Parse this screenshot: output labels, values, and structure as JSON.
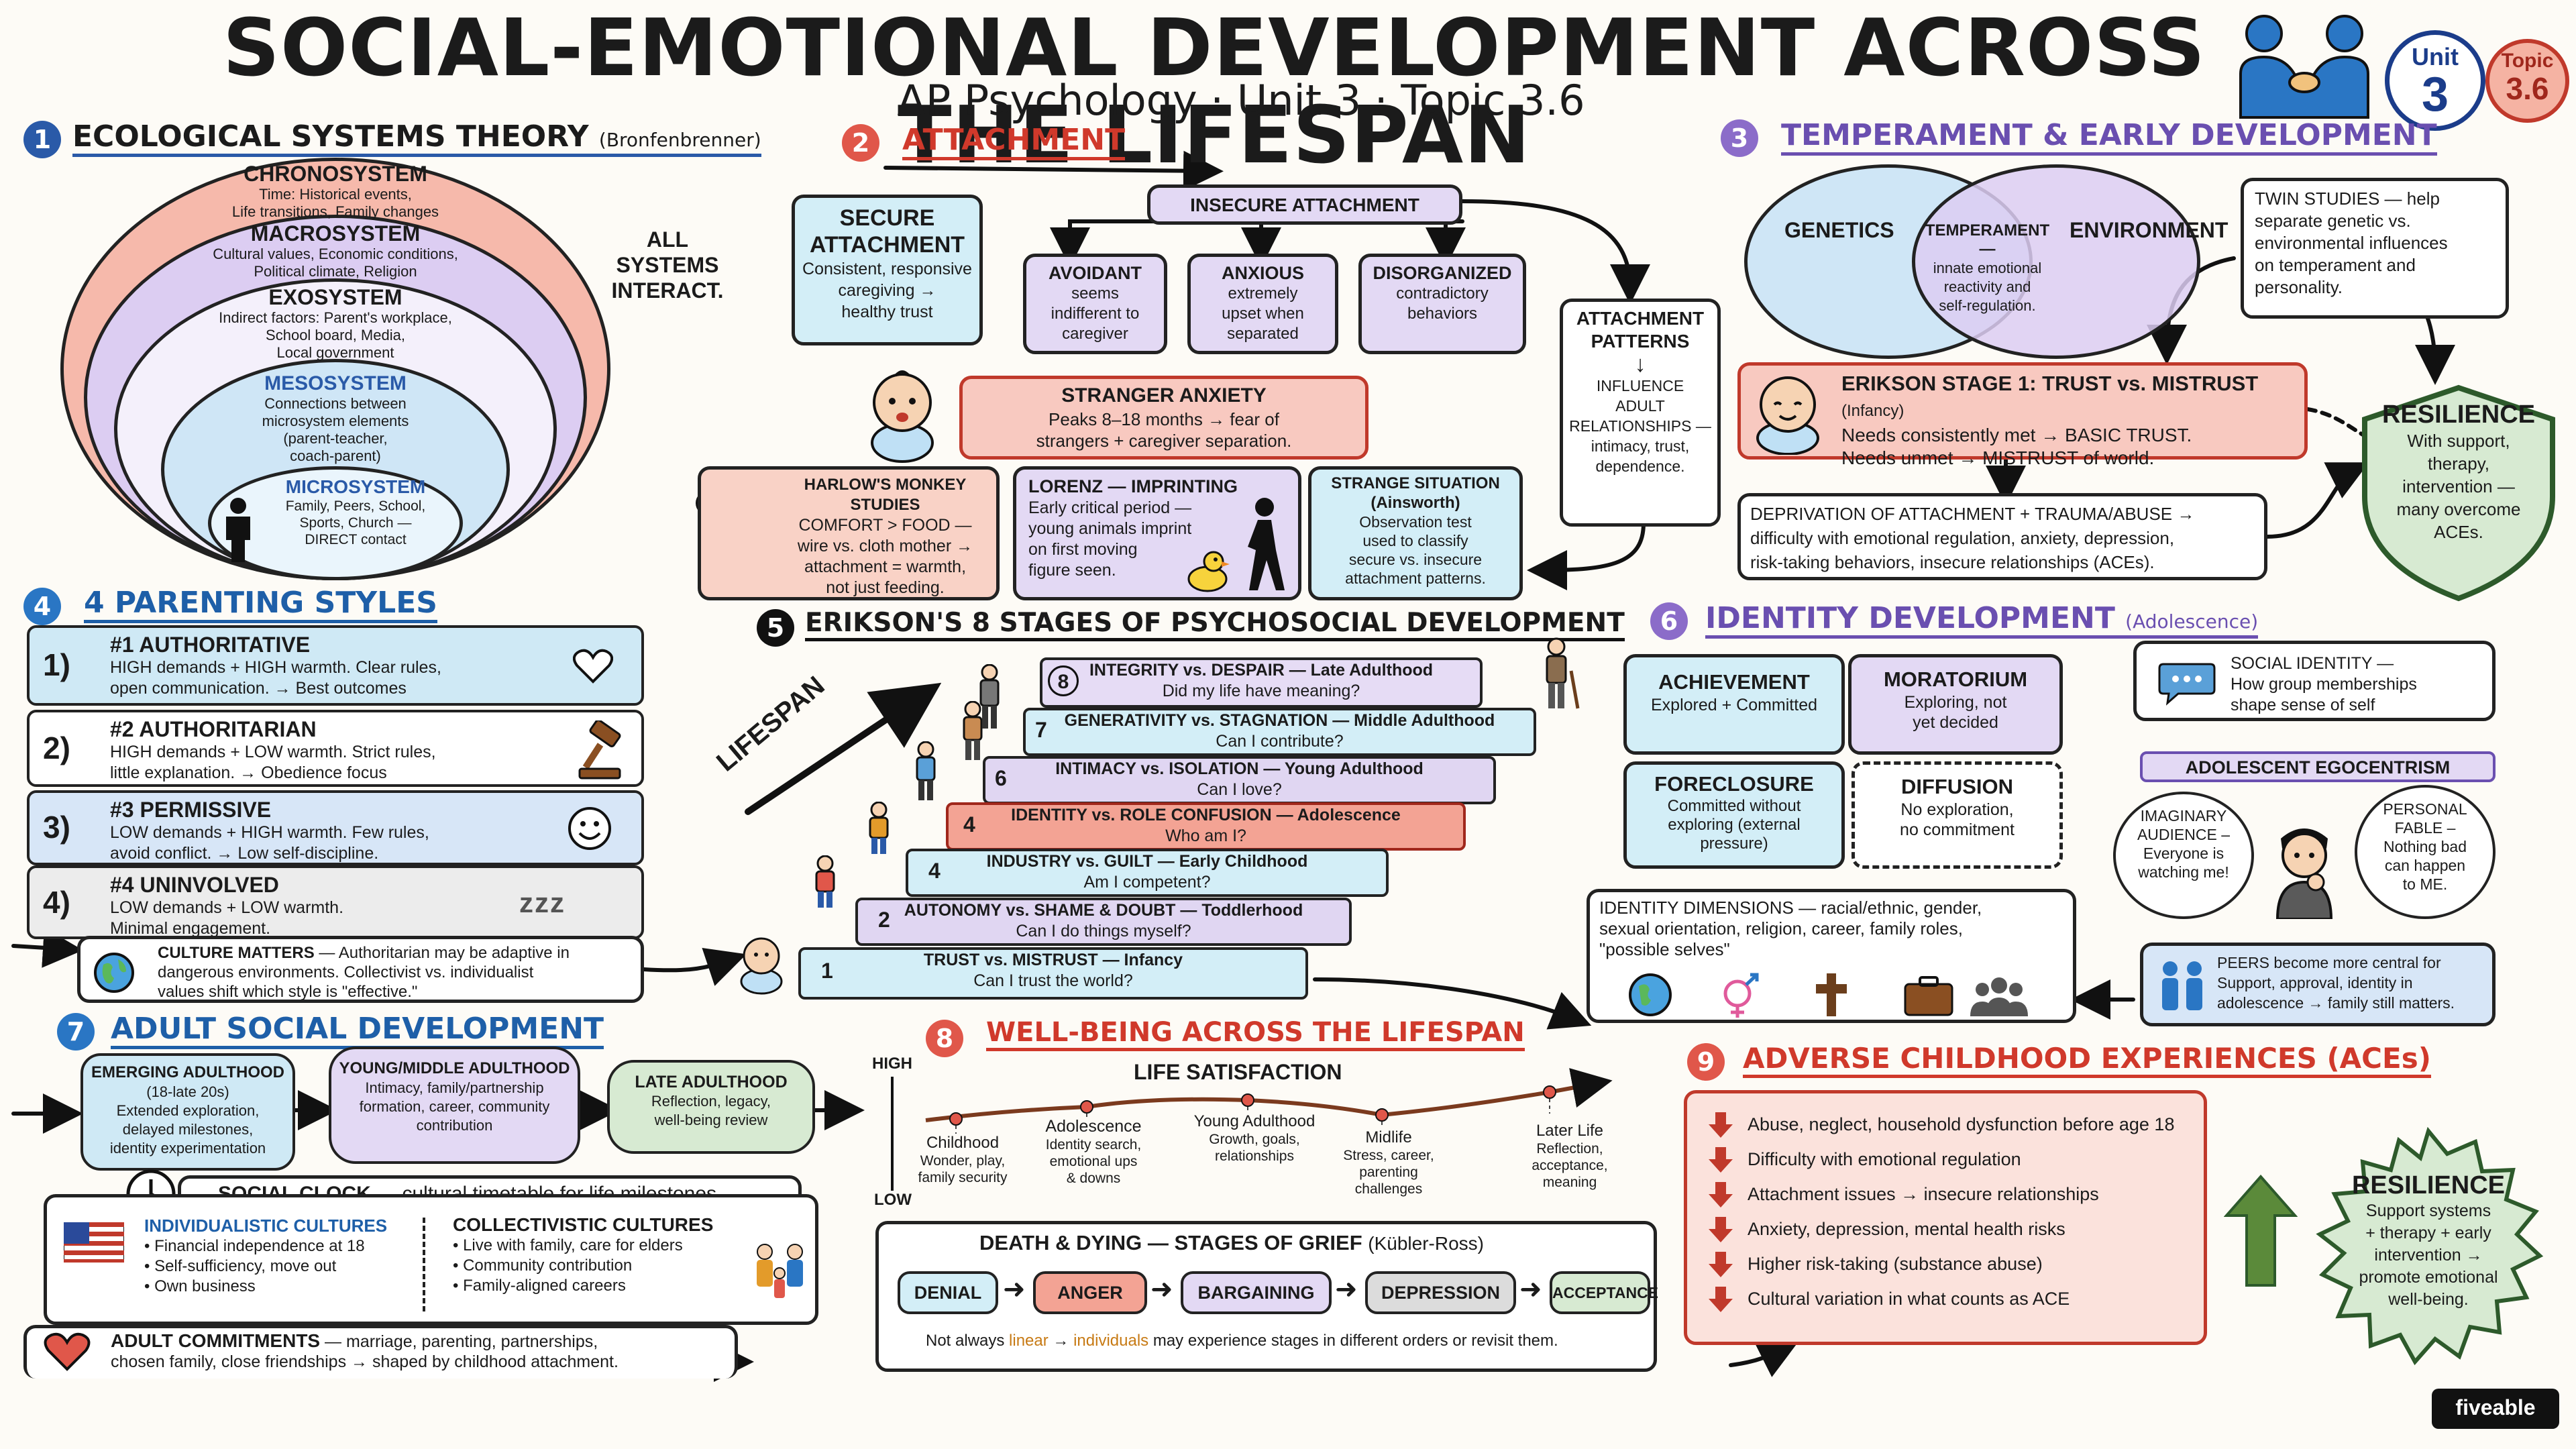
{
  "header": {
    "title": "SOCIAL-EMOTIONAL DEVELOPMENT ACROSS THE LIFESPAN",
    "subtitle": "AP Psychology · Unit 3 · Topic 3.6",
    "badge_unit_label": "Unit",
    "badge_unit_value": "3",
    "badge_topic_label": "Topic",
    "badge_topic_value": "3.6"
  },
  "s1": {
    "num": "1",
    "title": "ECOLOGICAL SYSTEMS THEORY",
    "title_sub": "(Bronfenbrenner)",
    "chrono": {
      "title": "CHRONOSYSTEM",
      "text": "Time: Historical events,\nLife transitions, Family changes"
    },
    "macro": {
      "title": "MACROSYSTEM",
      "text": "Cultural values, Economic conditions,\nPolitical climate, Religion"
    },
    "exo": {
      "title": "EXOSYSTEM",
      "text": "Indirect factors: Parent's workplace,\nSchool board, Media,\nLocal government"
    },
    "meso": {
      "title": "MESOSYSTEM",
      "text": "Connections between\nmicrosystem elements\n(parent-teacher,\ncoach-parent)"
    },
    "micro": {
      "title": "MICROSYSTEM",
      "text": "Family, Peers, School,\nSports, Church —\nDIRECT contact"
    },
    "note": "ALL\nSYSTEMS\nINTERACT."
  },
  "s2": {
    "num": "2",
    "title": "ATTACHMENT",
    "secure": {
      "title": "SECURE\nATTACHMENT",
      "text": "Consistent, responsive\ncaregiving →\nhealthy trust"
    },
    "insecure": "INSECURE ATTACHMENT",
    "avoidant": {
      "title": "AVOIDANT",
      "text": "seems\nindifferent to\ncaregiver"
    },
    "anxious": {
      "title": "ANXIOUS",
      "text": "extremely\nupset when\nseparated"
    },
    "disorganized": {
      "title": "DISORGANIZED",
      "text": "contradictory\nbehaviors"
    },
    "patterns": {
      "title": "ATTACHMENT\nPATTERNS",
      "text": "INFLUENCE\nADULT\nRELATIONSHIPS —\nintimacy, trust,\ndependence."
    },
    "stranger": {
      "title": "STRANGER ANXIETY",
      "text": "Peaks 8–18 months → fear of\nstrangers + caregiver separation."
    },
    "harlow": {
      "title": "HARLOW'S MONKEY STUDIES",
      "text": "COMFORT > FOOD —\nwire vs. cloth mother →\nattachment = warmth,\nnot just feeding."
    },
    "lorenz": {
      "title": "LORENZ — IMPRINTING",
      "text": "Early critical period —\nyoung animals imprint\non first moving\nfigure seen."
    },
    "strange": {
      "title": "STRANGE SITUATION\n(Ainsworth)",
      "text": "Observation test\nused to classify\nsecure vs. insecure\nattachment patterns."
    }
  },
  "s3": {
    "num": "3",
    "title": "TEMPERAMENT & EARLY DEVELOPMENT",
    "genetics": "GENETICS",
    "environment": "ENVIRONMENT",
    "temperament": {
      "title": "TEMPERAMENT —",
      "text": "innate emotional\nreactivity and\nself-regulation."
    },
    "twin": "TWIN STUDIES — help\nseparate genetic vs.\nenvironmental influences\non temperament and\npersonality.",
    "erikson1": {
      "title": "ERIKSON STAGE 1: TRUST vs. MISTRUST",
      "title_sub": "(Infancy)",
      "text": "Needs consistently met → BASIC TRUST.\nNeeds unmet → MISTRUST of world."
    },
    "deprivation": "DEPRIVATION OF ATTACHMENT + TRAUMA/ABUSE →\ndifficulty with emotional regulation, anxiety, depression,\nrisk-taking behaviors, insecure relationships (ACEs).",
    "resilience": {
      "title": "RESILIENCE",
      "text": "With support,\ntherapy,\nintervention —\nmany overcome\nACEs."
    }
  },
  "s4": {
    "num": "4",
    "title": "4 PARENTING STYLES",
    "styles": [
      {
        "n": "1)",
        "title": "#1 AUTHORITATIVE",
        "text": "HIGH demands + HIGH warmth. Clear rules,\nopen communication. → Best outcomes",
        "color": "#cfe9f5"
      },
      {
        "n": "2)",
        "title": "#2 AUTHORITARIAN",
        "text": "HIGH demands + LOW warmth. Strict rules,\nlittle explanation. → Obedience focus",
        "color": "#ffffff"
      },
      {
        "n": "3)",
        "title": "#3 PERMISSIVE",
        "text": "LOW demands + HIGH warmth. Few rules,\navoid conflict. → Low self-discipline.",
        "color": "#d7e6f7"
      },
      {
        "n": "4)",
        "title": "#4 UNINVOLVED",
        "text": "LOW demands + LOW warmth.\nMinimal engagement.",
        "color": "#ececec"
      }
    ],
    "culture": {
      "title": "CULTURE MATTERS",
      "text": " — Authoritarian may be adaptive in\ndangerous environments. Collectivist vs. individualist\nvalues shift which style is \"effective.\""
    },
    "zzz": "zzz"
  },
  "s5": {
    "num": "5",
    "title": "ERIKSON'S 8 STAGES OF PSYCHOSOCIAL DEVELOPMENT",
    "lifespan": "LIFESPAN",
    "stages": [
      {
        "n": "8",
        "title": "INTEGRITY vs. DESPAIR — Late Adulthood",
        "q": "Did my life have meaning?",
        "color": "#e6dcf5"
      },
      {
        "n": "7",
        "title": "GENERATIVITY vs. STAGNATION — Middle Adulthood",
        "q": "Can I contribute?",
        "color": "#d3eef7"
      },
      {
        "n": "6",
        "title": "INTIMACY vs. ISOLATION — Young Adulthood",
        "q": "Can I love?",
        "color": "#e0d6f2"
      },
      {
        "n": "4",
        "title": "IDENTITY vs. ROLE CONFUSION — Adolescence",
        "q": "Who am I?",
        "color": "#f3a394"
      },
      {
        "n": "4",
        "title": "INDUSTRY vs. GUILT — Early Childhood",
        "q": "Am I competent?",
        "color": "#d3eef7"
      },
      {
        "n": "2",
        "title": "AUTONOMY vs. SHAME & DOUBT — Toddlerhood",
        "q": "Can I do things myself?",
        "color": "#e0d6f2"
      },
      {
        "n": "1",
        "title": "TRUST vs. MISTRUST — Infancy",
        "q": "Can I trust the world?",
        "color": "#d3eef7"
      }
    ]
  },
  "s6": {
    "num": "6",
    "title": "IDENTITY DEVELOPMENT",
    "title_sub": "(Adolescence)",
    "achievement": {
      "title": "ACHIEVEMENT",
      "text": "Explored + Committed"
    },
    "moratorium": {
      "title": "MORATORIUM",
      "text": "Exploring, not\nyet decided"
    },
    "foreclosure": {
      "title": "FORECLOSURE",
      "text": "Committed without\nexploring (external\npressure)"
    },
    "diffusion": {
      "title": "DIFFUSION",
      "text": "No exploration,\nno commitment"
    },
    "dimensions": "IDENTITY DIMENSIONS — racial/ethnic, gender,\nsexual orientation, religion, career, family roles,\n\"possible selves\"",
    "social": "SOCIAL IDENTITY —\nHow group memberships\nshape sense of self",
    "egocentrism": "ADOLESCENT EGOCENTRISM",
    "imaginary": "IMAGINARY\nAUDIENCE –\nEveryone is\nwatching me!",
    "fable": "PERSONAL\nFABLE –\nNothing bad\ncan happen\nto ME.",
    "peers": "PEERS become more central for\nSupport, approval, identity in\nadolescence → family still matters."
  },
  "s7": {
    "num": "7",
    "title": "ADULT SOCIAL DEVELOPMENT",
    "emerging": {
      "title": "EMERGING ADULTHOOD",
      "text": "(18-late 20s)\nExtended exploration,\ndelayed milestones,\nidentity experimentation"
    },
    "middle": {
      "title": "YOUNG/MIDDLE ADULTHOOD",
      "text": "Intimacy, family/partnership\nformation, career, community\ncontribution"
    },
    "late": {
      "title": "LATE ADULTHOOD",
      "text": "Reflection, legacy,\nwell-being review"
    },
    "clock": {
      "title": "SOCIAL CLOCK",
      "text": " — cultural timetable for life milestones"
    },
    "indiv": {
      "title": "INDIVIDUALISTIC CULTURES",
      "items": [
        "• Financial independence at 18",
        "• Self-sufficiency, move out",
        "• Own business"
      ]
    },
    "collect": {
      "title": "COLLECTIVISTIC CULTURES",
      "items": [
        "• Live with family, care for elders",
        "• Community contribution",
        "• Family-aligned careers"
      ]
    },
    "commit": {
      "title": "ADULT COMMITMENTS",
      "text": " — marriage, parenting, partnerships,\nchosen family, close friendships → shaped by childhood attachment."
    }
  },
  "s8": {
    "num": "8",
    "title": "WELL-BEING ACROSS THE LIFESPAN",
    "chart_title": "LIFE SATISFACTION",
    "high": "HIGH",
    "low": "LOW",
    "stages": [
      {
        "title": "Childhood",
        "text": "Wonder, play,\nfamily security"
      },
      {
        "title": "Adolescence",
        "text": "Identity search,\nemotional ups\n& downs"
      },
      {
        "title": "Young Adulthood",
        "text": "Growth, goals,\nrelationships"
      },
      {
        "title": "Midlife",
        "text": "Stress, career,\nparenting\nchallenges"
      },
      {
        "title": "Later Life",
        "text": "Reflection,\nacceptance,\nmeaning"
      }
    ],
    "grief": {
      "title": "DEATH & DYING — STAGES OF GRIEF",
      "title_sub": "(Kübler-Ross)",
      "stages": [
        "DENIAL",
        "ANGER",
        "BARGAINING",
        "DEPRESSION",
        "ACCEPTANCE"
      ],
      "note_a": "Not always ",
      "note_b": "linear",
      "note_c": " → ",
      "note_d": "individuals",
      "note_e": " may experience stages in different orders or revisit them."
    }
  },
  "s9": {
    "num": "9",
    "title": "ADVERSE CHILDHOOD EXPERIENCES (ACEs)",
    "items": [
      "Abuse, neglect, household dysfunction before age 18",
      "Difficulty with emotional regulation",
      "Attachment issues → insecure relationships",
      "Anxiety, depression, mental health risks",
      "Higher risk-taking (substance abuse)",
      "Cultural variation in what counts as ACE"
    ],
    "resilience": {
      "title": "RESILIENCE",
      "text": "Support systems\n+ therapy + early\nintervention →\npromote emotional\nwell-being."
    }
  },
  "brand": "fiveable",
  "colors": {
    "red": "#e0574a",
    "blue": "#2a76c4",
    "purple": "#8b6cc9",
    "lightblue": "#cfe9f5",
    "lightpurple": "#e3d9f4",
    "pink": "#f7c9c0"
  }
}
